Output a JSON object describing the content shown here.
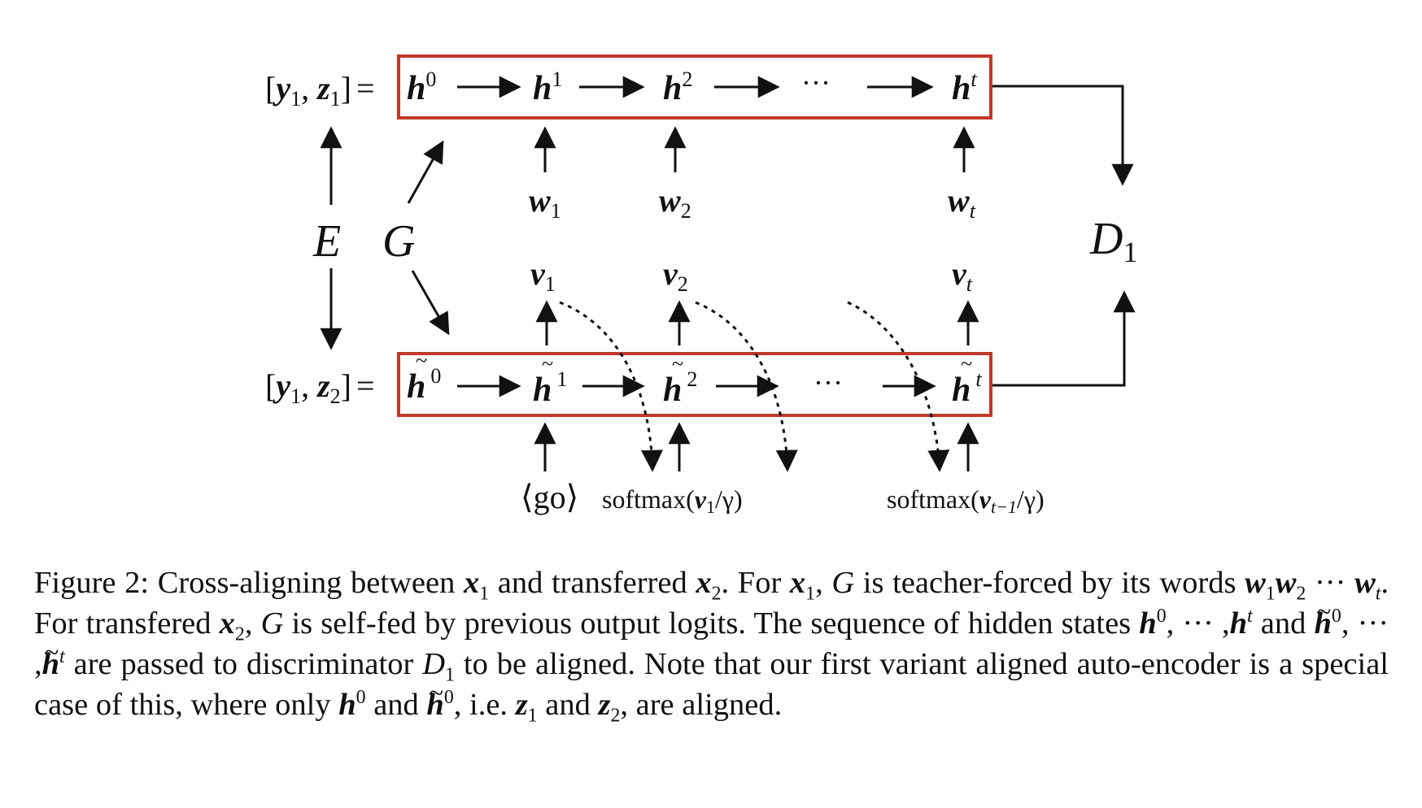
{
  "figure": {
    "top_row": {
      "input_label": {
        "open": "[",
        "y": "y",
        "y_sub": "1",
        "comma": ", ",
        "z": "z",
        "z_sub": "1",
        "close": "]",
        "eq": "="
      },
      "states": [
        {
          "base": "h",
          "sup": "0"
        },
        {
          "base": "h",
          "sup": "1"
        },
        {
          "base": "h",
          "sup": "2"
        },
        {
          "base": "···",
          "sup": ""
        },
        {
          "base": "h",
          "sup": "t"
        }
      ],
      "inputs": [
        {
          "base": "w",
          "sub": "1"
        },
        {
          "base": "w",
          "sub": "2"
        },
        {
          "base": "w",
          "sub": "t"
        }
      ]
    },
    "bottom_row": {
      "input_label": {
        "open": "[",
        "y": "y",
        "y_sub": "1",
        "comma": ", ",
        "z": "z",
        "z_sub": "2",
        "close": "]",
        "eq": "="
      },
      "states": [
        {
          "base": "h",
          "sup": "0"
        },
        {
          "base": "h",
          "sup": "1"
        },
        {
          "base": "h",
          "sup": "2"
        },
        {
          "base": "···",
          "sup": ""
        },
        {
          "base": "h",
          "sup": "t"
        }
      ],
      "outputs": [
        {
          "base": "v",
          "sub": "1"
        },
        {
          "base": "v",
          "sub": "2"
        },
        {
          "base": "v",
          "sub": "t"
        }
      ],
      "inputs": {
        "go": "⟨go⟩",
        "softmax_first": {
          "fn": "softmax(",
          "arg": "v",
          "arg_sub": "1",
          "rest": "/γ)"
        },
        "softmax_last": {
          "fn": "softmax(",
          "arg": "v",
          "arg_sub": "t−1",
          "rest": "/γ)"
        }
      }
    },
    "encoder_label": "E",
    "generator_label": "G",
    "discriminator_label": {
      "base": "D",
      "sub": "1"
    },
    "box_color": "#c0392b"
  },
  "caption": {
    "lead": "Figure 2: Cross-aligning between ",
    "t1": " and transferred ",
    "t2": ". For ",
    "t3": ", ",
    "t4": " is teacher-forced by its words ",
    "t5": ". For transfered ",
    "t6": ", ",
    "t7": " is self-fed by previous output logits. The sequence of hidden states ",
    "t8": " and ",
    "t9": " are passed to discriminator ",
    "t10": " to be aligned. Note that our first variant aligned auto-encoder is a special case of this, where only ",
    "t11": " and ",
    "t12": ", i.e. ",
    "t13": " and ",
    "t14": ", are aligned.",
    "x": "x",
    "s1": "1",
    "s2": "2",
    "G": "G",
    "w": "w",
    "st": "t",
    "dots": "···",
    "h": "h",
    "sup0": "0",
    "supt": "t",
    "comma": ",",
    "D": "D",
    "z": "z"
  }
}
